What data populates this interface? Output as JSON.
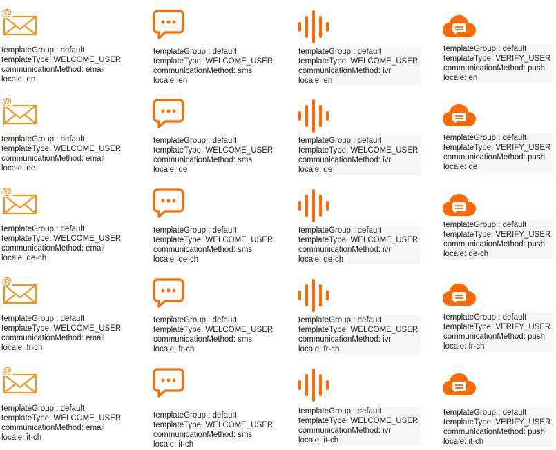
{
  "theme": {
    "email_icon_color": "#F7941D",
    "sms_icon_color": "#FF6A00",
    "ivr_icon_color": "#FF6A00",
    "push_icon_color": "#FF6A00",
    "text_color": "#222222",
    "shaded_bg": "#f7f7f7"
  },
  "labels": {
    "template_group": "templateGroup : ",
    "template_type": "templateType: ",
    "communication_method": "communicationMethod: ",
    "locale": "locale: "
  },
  "columns": [
    {
      "method": "email",
      "icon": "email-at-envelope-icon"
    },
    {
      "method": "sms",
      "icon": "chat-bubble-dots-icon"
    },
    {
      "method": "ivr",
      "icon": "voice-wave-icon"
    },
    {
      "method": "push",
      "icon": "cloud-message-icon"
    }
  ],
  "rows": [
    {
      "locale": "en",
      "cards": [
        {
          "line1": "templateGroup : default",
          "line2": "templateType: WELCOME_USER",
          "line3": "communicationMethod: email",
          "line4": "locale: en"
        },
        {
          "line1": "templateGroup : default",
          "line2": "templateType: WELCOME_USER",
          "line3": "communicationMethod: sms",
          "line4": "locale: en"
        },
        {
          "line1": "templateGroup : default",
          "line2": "templateType: WELCOME_USER",
          "line3": "communicationMethod: ivr",
          "line4": "locale: en"
        },
        {
          "line1": "templateGroup : default",
          "line2": "templateType: VERIFY_USER",
          "line3": "communicationMethod: push",
          "line4": "locale: en"
        }
      ]
    },
    {
      "locale": "de",
      "cards": [
        {
          "line1": "templateGroup : default",
          "line2": "templateType: WELCOME_USER",
          "line3": "communicationMethod: email",
          "line4": "locale: de"
        },
        {
          "line1": "templateGroup : default",
          "line2": "templateType: WELCOME_USER",
          "line3": "communicationMethod: sms",
          "line4": "locale: de"
        },
        {
          "line1": "templateGroup : default",
          "line2": "templateType: WELCOME_USER",
          "line3": "communicationMethod: ivr",
          "line4": "locale: de"
        },
        {
          "line1": "templateGroup : default",
          "line2": "templateType: VERIFY_USER",
          "line3": "communicationMethod: push",
          "line4": "locale: de"
        }
      ]
    },
    {
      "locale": "de-ch",
      "cards": [
        {
          "line1": "templateGroup : default",
          "line2": "templateType: WELCOME_USER",
          "line3": "communicationMethod: email",
          "line4": "locale: de-ch"
        },
        {
          "line1": "templateGroup : default",
          "line2": "templateType: WELCOME_USER",
          "line3": "communicationMethod: sms",
          "line4": "locale: de-ch"
        },
        {
          "line1": "templateGroup : default",
          "line2": "templateType: WELCOME_USER",
          "line3": "communicationMethod: ivr",
          "line4": "locale: de-ch"
        },
        {
          "line1": "templateGroup : default",
          "line2": "templateType: VERIFY_USER",
          "line3": "communicationMethod: push",
          "line4": "locale: de-ch"
        }
      ]
    },
    {
      "locale": "fr-ch",
      "cards": [
        {
          "line1": "templateGroup : default",
          "line2": "templateType: WELCOME_USER",
          "line3": "communicationMethod: email",
          "line4": "locale: fr-ch"
        },
        {
          "line1": "templateGroup : default",
          "line2": "templateType: WELCOME_USER",
          "line3": "communicationMethod: sms",
          "line4": "locale: fr-ch"
        },
        {
          "line1": "templateGroup : default",
          "line2": "templateType: WELCOME_USER",
          "line3": "communicationMethod: ivr",
          "line4": "locale: fr-ch"
        },
        {
          "line1": "templateGroup : default",
          "line2": "templateType: VERIFY_USER",
          "line3": "communicationMethod: push",
          "line4": "locale: fr-ch"
        }
      ]
    },
    {
      "locale": "it-ch",
      "cards": [
        {
          "line1": "templateGroup : default",
          "line2": "templateType: WELCOME_USER",
          "line3": "communicationMethod: email",
          "line4": "locale: it-ch"
        },
        {
          "line1": "templateGroup : default",
          "line2": "templateType: WELCOME_USER",
          "line3": "communicationMethod: sms",
          "line4": "locale: it-ch"
        },
        {
          "line1": "templateGroup : default",
          "line2": "templateType: WELCOME_USER",
          "line3": "communicationMethod: ivr",
          "line4": "locale: it-ch"
        },
        {
          "line1": "templateGroup : default",
          "line2": "templateType: VERIFY_USER",
          "line3": "communicationMethod: push",
          "line4": "locale: it-ch"
        }
      ]
    }
  ]
}
